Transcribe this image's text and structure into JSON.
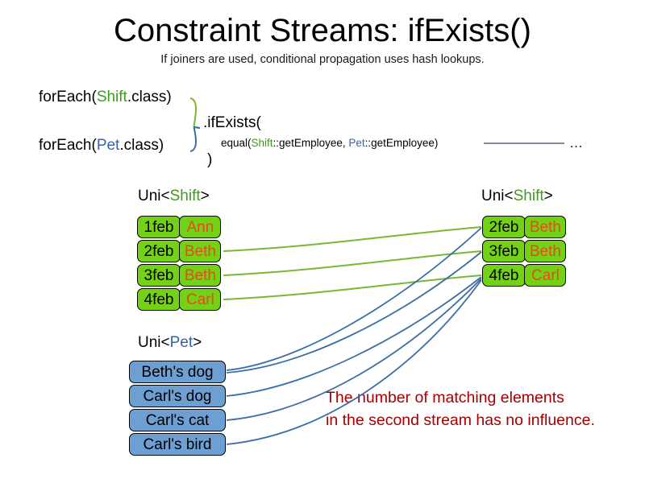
{
  "header": {
    "title": "Constraint Streams: ifExists()",
    "subtitle": "If joiners are used, conditional propagation uses hash lookups."
  },
  "code": {
    "foreach_shift": {
      "prefix": "forEach(",
      "type": "Shift",
      "suffix": ".class)"
    },
    "foreach_pet": {
      "prefix": "forEach(",
      "type": "Pet",
      "suffix": ".class)"
    },
    "if_exists": ".ifExists(",
    "equal": {
      "prefix": "equal(",
      "left_type": "Shift",
      "left_method": "::getEmployee, ",
      "right_type": "Pet",
      "right_method": "::getEmployee)"
    },
    "close_paren": ")",
    "ellipsis": "…"
  },
  "streams": {
    "left_shift": {
      "label_prefix": "Uni<",
      "label_type": "Shift",
      "label_suffix": ">",
      "rows": [
        {
          "date": "1feb",
          "employee": "Ann"
        },
        {
          "date": "2feb",
          "employee": "Beth"
        },
        {
          "date": "3feb",
          "employee": "Beth"
        },
        {
          "date": "4feb",
          "employee": "Carl"
        }
      ]
    },
    "right_shift": {
      "label_prefix": "Uni<",
      "label_type": "Shift",
      "label_suffix": ">",
      "rows": [
        {
          "date": "2feb",
          "employee": "Beth"
        },
        {
          "date": "3feb",
          "employee": "Beth"
        },
        {
          "date": "4feb",
          "employee": "Carl"
        }
      ]
    },
    "pet": {
      "label_prefix": "Uni<",
      "label_type": "Pet",
      "label_suffix": ">",
      "rows": [
        {
          "name": "Beth's dog"
        },
        {
          "name": "Carl's dog"
        },
        {
          "name": "Carl's cat"
        },
        {
          "name": "Carl's bird"
        }
      ]
    }
  },
  "annotation": {
    "line1": "The number of matching elements",
    "line2": "in the second stream has no influence."
  },
  "colors": {
    "shift_green": "#73d216",
    "shift_type_text": "#3c9a1e",
    "employee_text": "#e8491d",
    "pet_blue": "#6e9fd3",
    "pet_type_text": "#3465a4",
    "annotation_red": "#a40000",
    "wire_green": "#77b734",
    "wire_blue": "#3a6ea5",
    "equal_line": "#6b5b7b",
    "box_border": "#000000",
    "background": "#ffffff"
  }
}
